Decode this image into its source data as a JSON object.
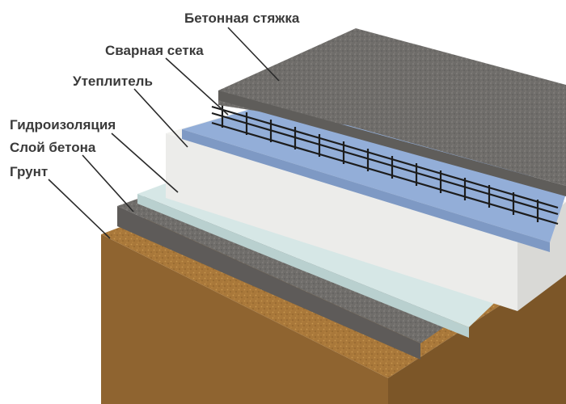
{
  "labels": {
    "screed": "Бетонная стяжка",
    "mesh": "Сварная сетка",
    "insulation": "Утеплитель",
    "waterproofing": "Гидроизоляция",
    "concrete": "Слой бетона",
    "soil": "Грунт"
  },
  "colors": {
    "screed": "#6f6d6a",
    "mesh": "#1c1c1c",
    "insulation": "#f2f2ef",
    "membrane": "#93aed8",
    "waterproofing": "#d6e7e6",
    "concrete": "#7b7876",
    "soil": "#a9783a",
    "leader": "#2a2a2a"
  }
}
